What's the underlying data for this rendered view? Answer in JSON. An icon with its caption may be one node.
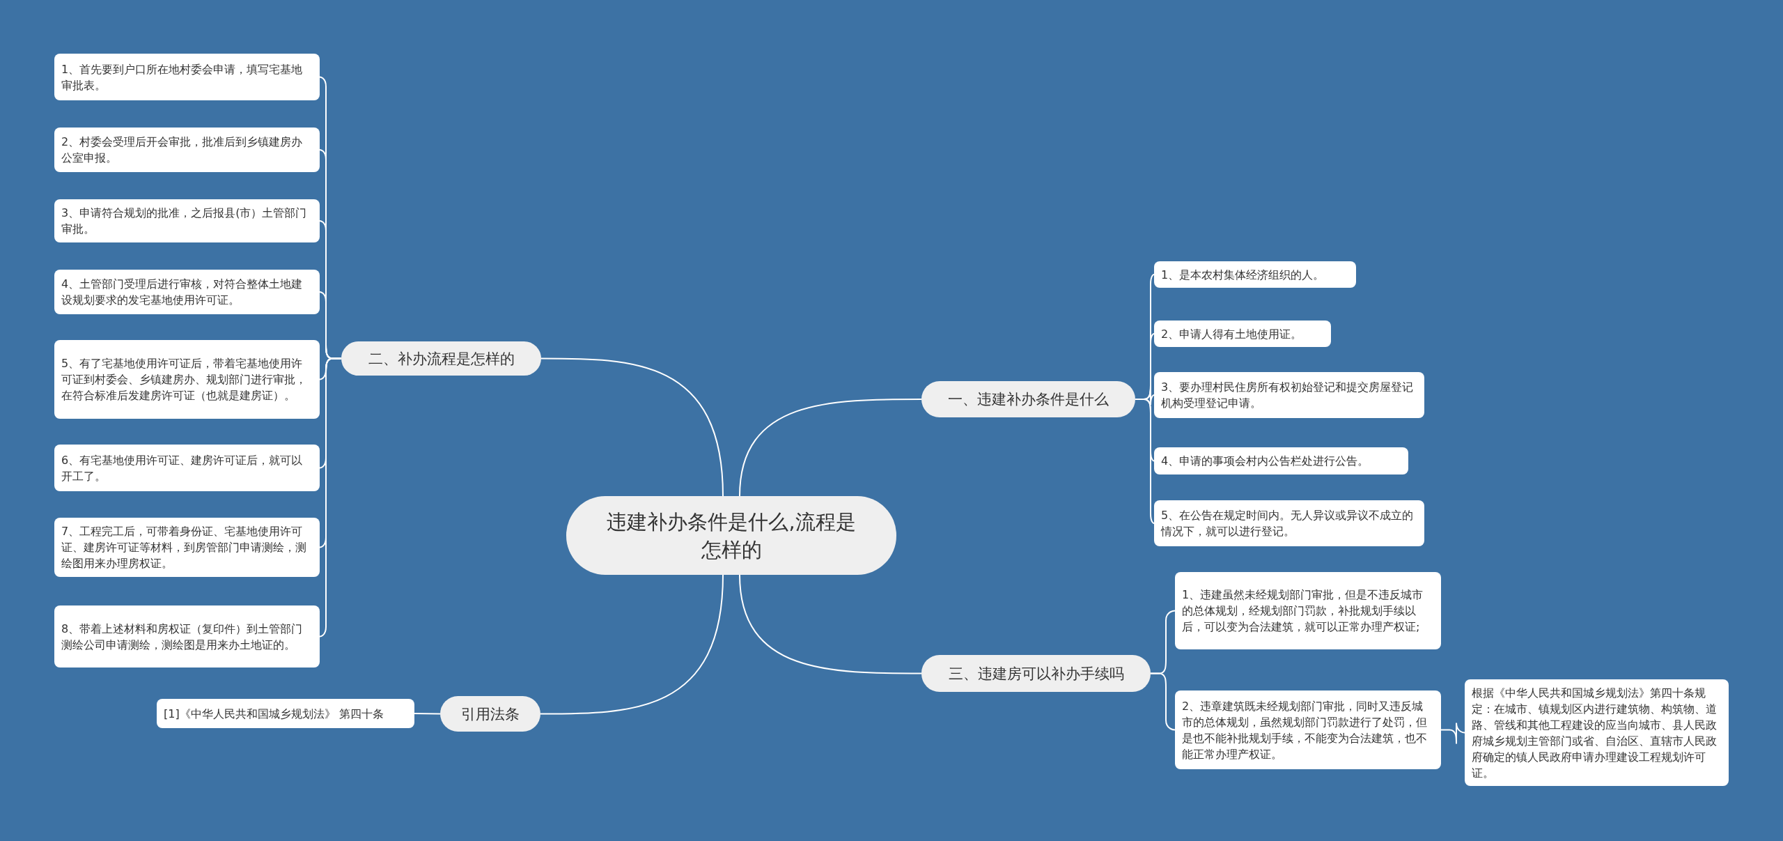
{
  "diagram": {
    "nodes": [
      {
        "text": [
          "违建补办条件是什么,流程是怎样的"
        ]
      },
      {
        "text": [
          "一、违建补办条件是什么"
        ]
      },
      {
        "text": [
          "1、是本农村集体经济组织的人。"
        ]
      },
      {
        "text": [
          "2、申请人得有土地使用证。"
        ]
      },
      {
        "text": [
          "3、要办理村民住房所有权初始登记和提交房屋登记机构受理登记申请。"
        ]
      },
      {
        "text": [
          "4、申请的事项会村内公告栏处进行公告。"
        ]
      },
      {
        "text": [
          "5、在公告在规定时间内。无人异议或异议不成立的情况下，就可以进行登记。"
        ]
      },
      {
        "text": [
          "二、补办流程是怎样的"
        ]
      },
      {
        "text": [
          "1、首先要到户口所在地村委会申请，填写宅基地审批表。"
        ]
      },
      {
        "text": [
          "2、村委会受理后开会审批，批准后到乡镇建房办公室申报。"
        ]
      },
      {
        "text": [
          "3、申请符合规划的批准，之后报县(市）土管部门审批。"
        ]
      },
      {
        "text": [
          "4、土管部门受理后进行审核，对符合整体土地建设规划要求的发宅基地使用许可证。"
        ]
      },
      {
        "text": [
          "5、有了宅基地使用许可证后，带着宅基地使用许可证到村委会、乡镇建房办、规划部门进行审批，在符合标准后发建房许可证（也就是建房证）。"
        ]
      },
      {
        "text": [
          "6、有宅基地使用许可证、建房许可证后，就可以开工了。"
        ]
      },
      {
        "text": [
          "7、工程完工后，可带着身份证、宅基地使用许可证、建房许可证等材料，到房管部门申请测绘，测绘图用来办理房权证。"
        ]
      },
      {
        "text": [
          "8、带着上述材料和房权证（复印件）到土管部门测绘公司申请测绘，测绘图是用来办土地证的。"
        ]
      },
      {
        "text": [
          "三、违建房可以补办手续吗"
        ]
      },
      {
        "text": [
          "1、违建虽然未经规划部门审批，但是不违反城市的总体规划，经规划部门罚款，补批规划手续以后，可以变为合法建筑，就可以正常办理产权证;"
        ]
      },
      {
        "text": [
          "2、违章建筑既未经规划部门审批，同时又违反城市的总体规划，虽然规划部门罚款进行了处罚，但是也不能补批规划手续，不能变为合法建筑，也不能正常办理产权证。"
        ]
      },
      {
        "text": [
          "根据《中华人民共和国城乡规划法》第四十条规定：在城市、镇规划区内进行建筑物、构筑物、道路、管线和其他工程建设的应当向城市、县人民政府城乡规划主管部门或省、自治区、直辖市人民政府确定的镇人民政府申请办理建设工程规划许可证。"
        ]
      },
      {
        "text": [
          "引用法条"
        ]
      },
      {
        "text": [
          "[1]《中华人民共和国城乡规划法》 第四十条"
        ]
      }
    ],
    "edges": [
      {
        "from": 0,
        "to": 1,
        "arrow": "none"
      },
      {
        "from": 1,
        "to": 2,
        "arrow": "none"
      },
      {
        "from": 1,
        "to": 3,
        "arrow": "none"
      },
      {
        "from": 1,
        "to": 4,
        "arrow": "none"
      },
      {
        "from": 1,
        "to": 5,
        "arrow": "none"
      },
      {
        "from": 1,
        "to": 6,
        "arrow": "none"
      },
      {
        "from": 0,
        "to": 7,
        "arrow": "none"
      },
      {
        "from": 7,
        "to": 8,
        "arrow": "none"
      },
      {
        "from": 7,
        "to": 9,
        "arrow": "none"
      },
      {
        "from": 7,
        "to": 10,
        "arrow": "none"
      },
      {
        "from": 7,
        "to": 11,
        "arrow": "none"
      },
      {
        "from": 7,
        "to": 12,
        "arrow": "none"
      },
      {
        "from": 7,
        "to": 13,
        "arrow": "none"
      },
      {
        "from": 7,
        "to": 14,
        "arrow": "none"
      },
      {
        "from": 7,
        "to": 15,
        "arrow": "none"
      },
      {
        "from": 0,
        "to": 16,
        "arrow": "none"
      },
      {
        "from": 16,
        "to": 17,
        "arrow": "none"
      },
      {
        "from": 16,
        "to": 18,
        "arrow": "none"
      },
      {
        "from": 18,
        "to": 19,
        "arrow": "none"
      },
      {
        "from": 0,
        "to": 20,
        "arrow": "none"
      },
      {
        "from": 20,
        "to": 21,
        "arrow": "none"
      }
    ]
  }
}
